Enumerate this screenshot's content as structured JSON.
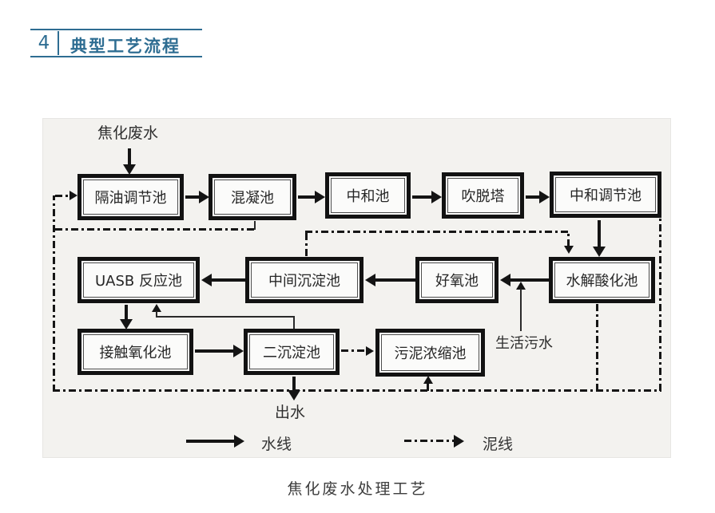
{
  "header": {
    "number": "4",
    "title": "典型工艺流程"
  },
  "diagram": {
    "source_label": "焦化废水",
    "boxes": [
      {
        "label": "隔油调节池"
      },
      {
        "label": "混凝池"
      },
      {
        "label": "中和池"
      },
      {
        "label": "吹脱塔"
      },
      {
        "label": "中和调节池"
      },
      {
        "label": "UASB 反应池"
      },
      {
        "label": "中间沉淀池"
      },
      {
        "label": "好氧池"
      },
      {
        "label": "水解酸化池"
      },
      {
        "label": "接触氧化池"
      },
      {
        "label": "二沉淀池"
      },
      {
        "label": "污泥浓缩池"
      }
    ],
    "annotations": {
      "domestic_sewage": "生活污水",
      "effluent": "出水"
    },
    "legend": {
      "water_line": "水线",
      "sludge_line": "泥线"
    },
    "caption": "焦化废水处理工艺"
  },
  "colors": {
    "accent": "#2e6d92",
    "line_black": "#141414",
    "panel_bg": "#f3f2ef"
  }
}
